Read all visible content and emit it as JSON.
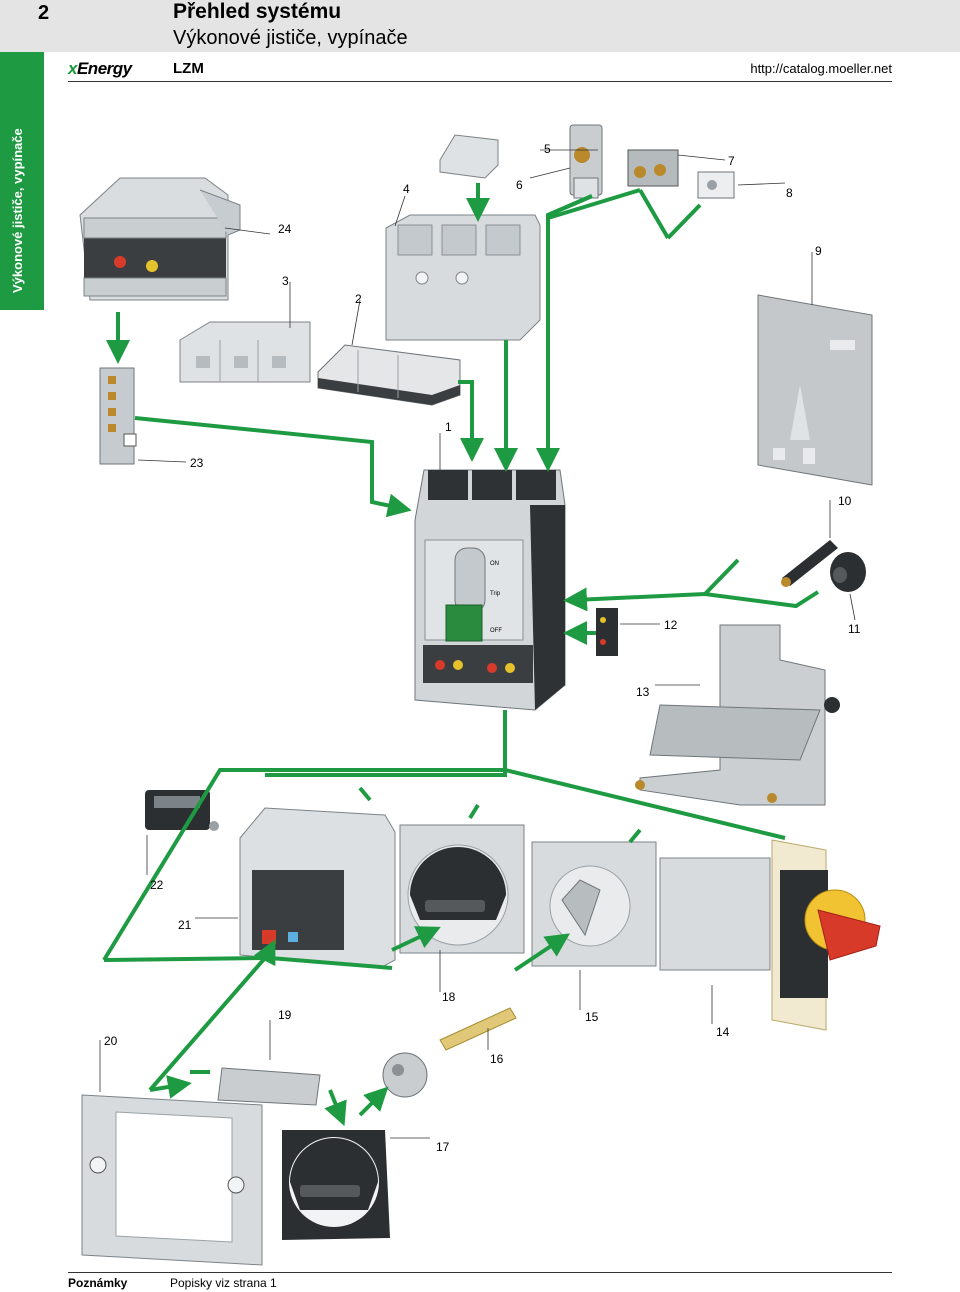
{
  "header": {
    "page_number": "2",
    "title": "Přehled systému",
    "subtitle": "Výkonové jističe, vypínače",
    "logo": {
      "prefix": "x",
      "text": "Energy"
    },
    "product": "LZM",
    "url": "http://catalog.moeller.net"
  },
  "side_tab": {
    "label": "Výkonové jističe, vypínače"
  },
  "callouts": [
    "1",
    "2",
    "3",
    "4",
    "5",
    "6",
    "7",
    "8",
    "9",
    "10",
    "11",
    "12",
    "13",
    "14",
    "15",
    "16",
    "17",
    "18",
    "19",
    "20",
    "21",
    "22",
    "23",
    "24"
  ],
  "breaker_labels": {
    "on": "ON",
    "trip": "Trip",
    "off": "OFF"
  },
  "footer": {
    "label": "Poznámky",
    "text": "Popisky viz strana 1"
  },
  "colors": {
    "connector": "#1e9b42",
    "side_tab": "#1e9b42",
    "header_bar": "#e4e4e4"
  }
}
